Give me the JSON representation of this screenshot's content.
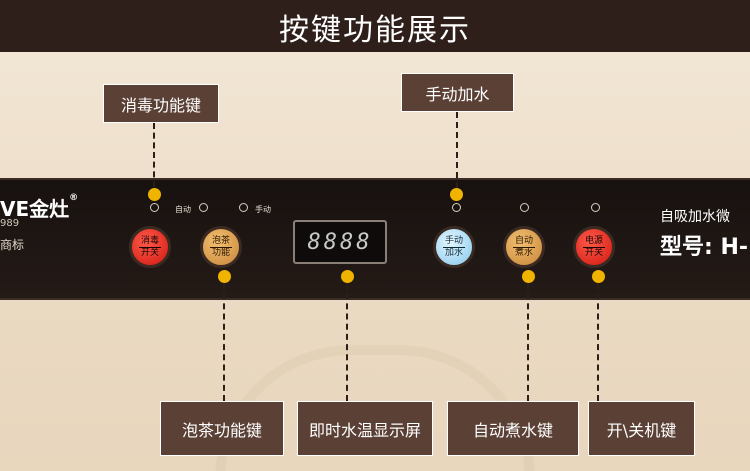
{
  "header": {
    "title": "按键功能展示"
  },
  "panel": {
    "brand": "VE金灶",
    "brand_sub": "989",
    "brand_mark": "商标",
    "registered": "®",
    "indicators": {
      "auto": "自动",
      "manual": "手动"
    },
    "display": "8888",
    "product_name": "自吸加水微",
    "model": "型号: H-"
  },
  "buttons": {
    "disinfect": {
      "top": "消毒",
      "bottom": "开关"
    },
    "tea": {
      "top": "泡茶",
      "bottom": "功能"
    },
    "manual_water": {
      "top": "手动",
      "bottom": "加水"
    },
    "auto_boil": {
      "top": "自动",
      "bottom": "煮水"
    },
    "power": {
      "top": "电源",
      "bottom": "开关"
    }
  },
  "callouts": {
    "disinfect": "消毒功能键",
    "manual_water": "手动加水",
    "tea": "泡茶功能键",
    "temp_display": "即时水温显示屏",
    "auto_boil": "自动煮水键",
    "power": "开\\关机键"
  },
  "colors": {
    "accent": "#f0b400",
    "callout_bg": "#5b4036",
    "panel_bg": "#1f1714",
    "banner_bg": "#2e1f1b"
  }
}
